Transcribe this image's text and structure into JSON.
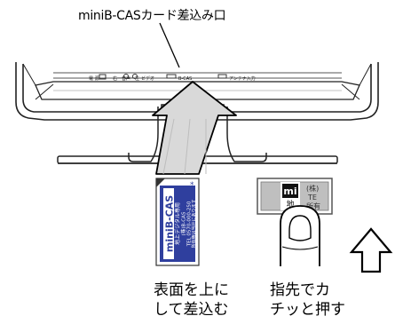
{
  "callout": {
    "text": "miniB-CASカード差込み口"
  },
  "panel_labels": [
    "電 源",
    "右一音声一左",
    "ビデオ",
    "B-CAS",
    "アンテナ入力"
  ],
  "card": {
    "line1": "miniB-CAS",
    "line2": "地上デジタル専用",
    "line3": "(株)B-CAS",
    "line4": "TEL 0570-000-250",
    "line5": "所有権は当社にあります",
    "color": "#2f3f9e"
  },
  "card_back": {
    "logo": "mi",
    "logo_sub": "地",
    "text_a": "(株)",
    "text_b": "TE",
    "text_c": "所有"
  },
  "captions": {
    "left": "表面を上に\nして差込む",
    "right": "指先でカ\nチッと押す"
  },
  "icons": {
    "up_arrow": "up-arrow-icon",
    "press_finger": "finger-icon"
  }
}
